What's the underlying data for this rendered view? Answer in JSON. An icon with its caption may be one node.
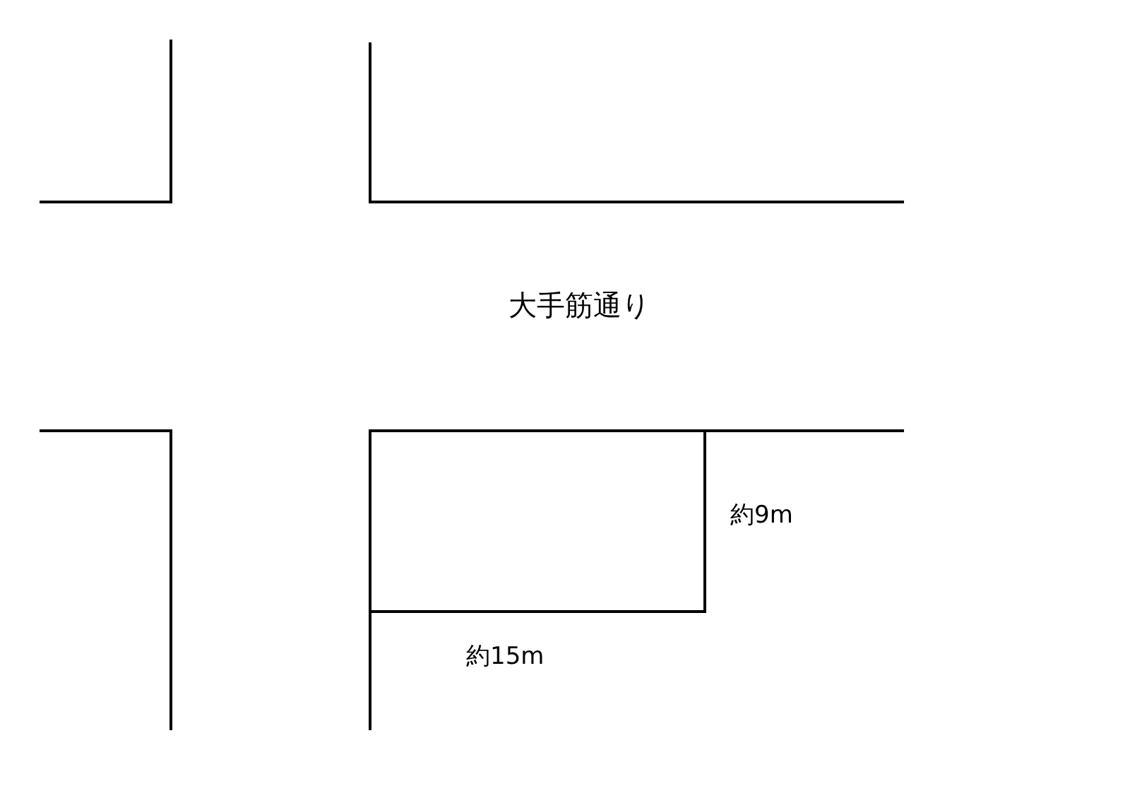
{
  "diagram": {
    "labels": [
      "大手筋通り",
      "約9m",
      "約15m"
    ]
  }
}
